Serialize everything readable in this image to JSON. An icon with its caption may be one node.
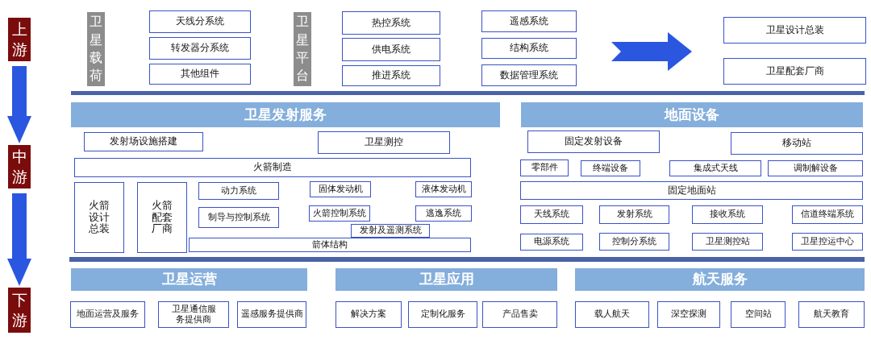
{
  "diagram": {
    "nodes": [
      {
        "text": [
          "上游"
        ]
      },
      {
        "text": [
          "卫星载荷"
        ]
      },
      {
        "text": [
          "天线分系统"
        ]
      },
      {
        "text": [
          "转发器分系统"
        ]
      },
      {
        "text": [
          "其他组件"
        ]
      },
      {
        "text": [
          "卫星平台"
        ]
      },
      {
        "text": [
          "热控系统"
        ]
      },
      {
        "text": [
          "供电系统"
        ]
      },
      {
        "text": [
          "推进系统"
        ]
      },
      {
        "text": [
          "遥感系统"
        ]
      },
      {
        "text": [
          "结构系统"
        ]
      },
      {
        "text": [
          "数据管理系统"
        ]
      },
      {
        "text": [
          "卫星设计总装"
        ]
      },
      {
        "text": [
          "卫星配套厂商"
        ]
      },
      {
        "text": [
          "中游"
        ]
      },
      {
        "text": [
          "卫星发射服务"
        ]
      },
      {
        "text": [
          "发射场设施搭建"
        ]
      },
      {
        "text": [
          "卫星测控"
        ]
      },
      {
        "text": [
          "火箭制造"
        ]
      },
      {
        "text": [
          "火箭设计总装"
        ]
      },
      {
        "text": [
          "火箭配套厂商"
        ]
      },
      {
        "text": [
          "动力系统"
        ]
      },
      {
        "text": [
          "固体发动机"
        ]
      },
      {
        "text": [
          "液体发动机"
        ]
      },
      {
        "text": [
          "制导与控制系统"
        ]
      },
      {
        "text": [
          "火箭控制系统"
        ]
      },
      {
        "text": [
          "逃逸系统"
        ]
      },
      {
        "text": [
          "发射及遥测系统"
        ]
      },
      {
        "text": [
          "箭体结构"
        ]
      },
      {
        "text": [
          "地面设备"
        ]
      },
      {
        "text": [
          "固定发射设备"
        ]
      },
      {
        "text": [
          "移动站"
        ]
      },
      {
        "text": [
          "零部件"
        ]
      },
      {
        "text": [
          "终端设备"
        ]
      },
      {
        "text": [
          "集成式天线"
        ]
      },
      {
        "text": [
          "调制解设备"
        ]
      },
      {
        "text": [
          "固定地面站"
        ]
      },
      {
        "text": [
          "天线系统"
        ]
      },
      {
        "text": [
          "发射系统"
        ]
      },
      {
        "text": [
          "接收系统"
        ]
      },
      {
        "text": [
          "信道终端系统"
        ]
      },
      {
        "text": [
          "电源系统"
        ]
      },
      {
        "text": [
          "控制分系统"
        ]
      },
      {
        "text": [
          "卫星测控站"
        ]
      },
      {
        "text": [
          "卫星控运中心"
        ]
      },
      {
        "text": [
          "下游"
        ]
      },
      {
        "text": [
          "卫星运营"
        ]
      },
      {
        "text": [
          "地面运营及服务"
        ]
      },
      {
        "text": [
          "卫星通信服务提供商"
        ]
      },
      {
        "text": [
          "遥感服务提供商"
        ]
      },
      {
        "text": [
          "卫星应用"
        ]
      },
      {
        "text": [
          "解决方案"
        ]
      },
      {
        "text": [
          "定制化服务"
        ]
      },
      {
        "text": [
          "产品售卖"
        ]
      },
      {
        "text": [
          "航天服务"
        ]
      },
      {
        "text": [
          "载人航天"
        ]
      },
      {
        "text": [
          "深空探测"
        ]
      },
      {
        "text": [
          "空间站"
        ]
      },
      {
        "text": [
          "航天教育"
        ]
      }
    ],
    "edges": [
      {
        "from": 0,
        "to": 14,
        "arrow": "to"
      },
      {
        "from": 14,
        "to": 45,
        "arrow": "to"
      }
    ]
  }
}
